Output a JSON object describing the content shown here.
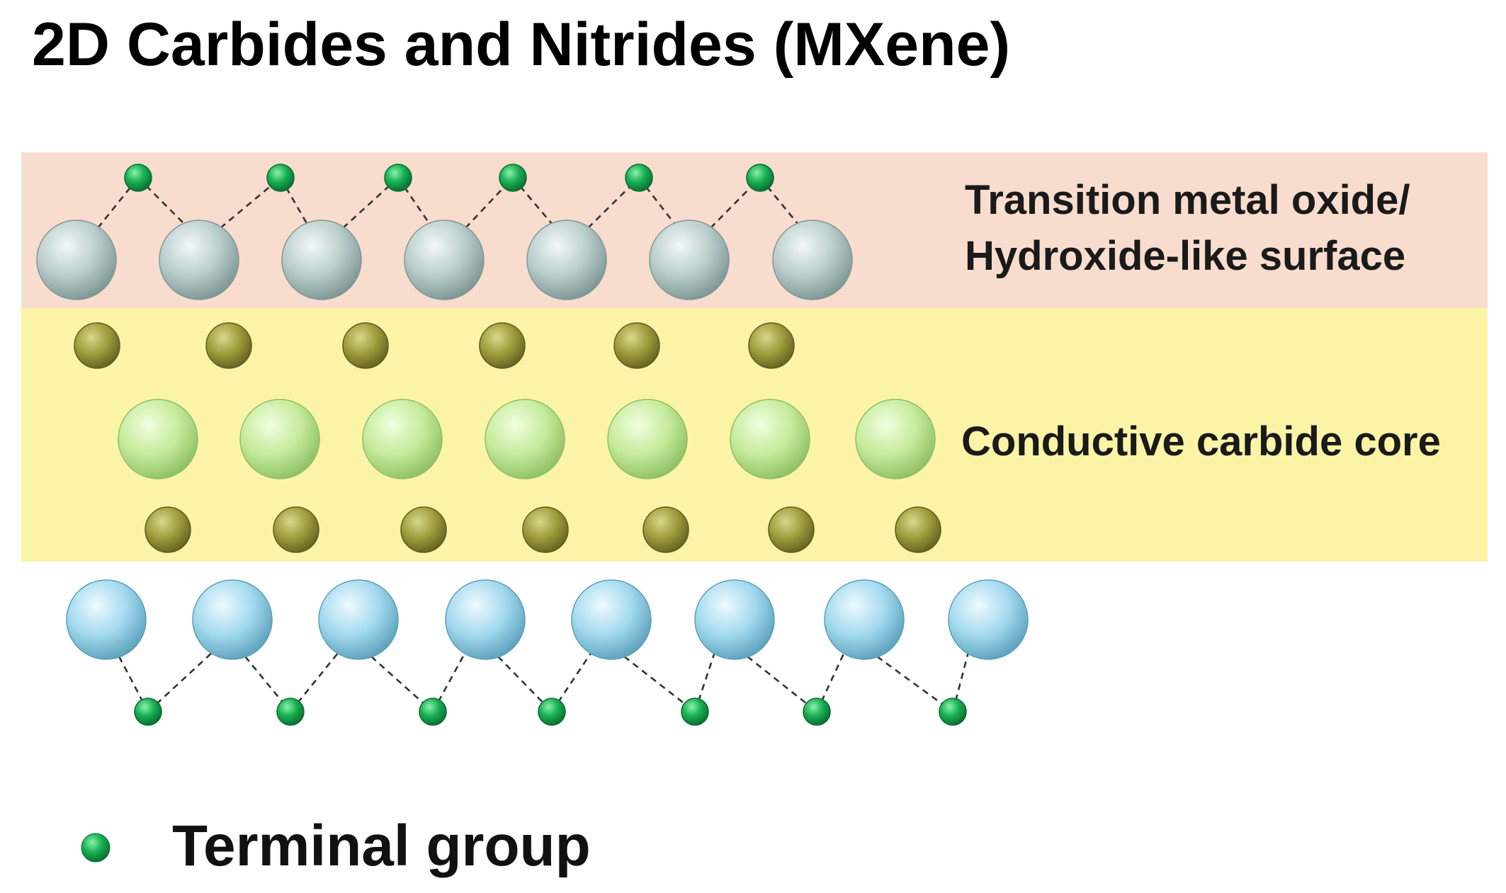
{
  "title": "2D Carbides and Nitrides (MXene)",
  "layers": {
    "surface_top": {
      "label_line1": "Transition metal oxide/",
      "label_line2": "Hydroxide-like surface",
      "band_color": "#f8dccd"
    },
    "core": {
      "label": "Conductive carbide core",
      "band_color": "#fbf4a6"
    }
  },
  "legend": {
    "label": "Terminal group"
  },
  "colors": {
    "terminal_group": "#12a84a",
    "top_metal_atom": "#b3c7c5",
    "carbon_atom": "#9a9838",
    "core_metal_atom": "#c6ec9c",
    "bottom_metal_atom": "#9ed6ec"
  }
}
